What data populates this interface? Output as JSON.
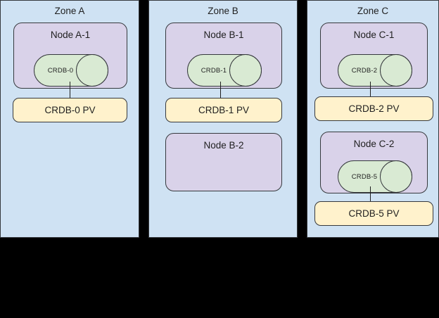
{
  "diagram": {
    "background_color": "#000000",
    "zone_fill": "#cfe2f3",
    "node_fill": "#d9d2e9",
    "pv_fill": "#fff2cc",
    "db_fill": "#d9ead3",
    "stroke": "#36393d"
  },
  "zones": [
    {
      "id": "zone-a",
      "title": "Zone A",
      "nodes": [
        {
          "id": "node-a-1",
          "title": "Node A-1",
          "database": {
            "id": "crdb-0",
            "label": "CRDB-0"
          }
        }
      ],
      "volumes": [
        {
          "id": "crdb-0-pv",
          "label": "CRDB-0 PV"
        }
      ]
    },
    {
      "id": "zone-b",
      "title": "Zone B",
      "nodes": [
        {
          "id": "node-b-1",
          "title": "Node B-1",
          "database": {
            "id": "crdb-1",
            "label": "CRDB-1"
          }
        },
        {
          "id": "node-b-2",
          "title": "Node B-2",
          "database": null
        }
      ],
      "volumes": [
        {
          "id": "crdb-1-pv",
          "label": "CRDB-1 PV"
        }
      ]
    },
    {
      "id": "zone-c",
      "title": "Zone C",
      "nodes": [
        {
          "id": "node-c-1",
          "title": "Node C-1",
          "database": {
            "id": "crdb-2",
            "label": "CRDB-2"
          }
        },
        {
          "id": "node-c-2",
          "title": "Node C-2",
          "database": {
            "id": "crdb-5",
            "label": "CRDB-5"
          }
        }
      ],
      "volumes": [
        {
          "id": "crdb-2-pv",
          "label": "CRDB-2 PV"
        },
        {
          "id": "crdb-5-pv",
          "label": "CRDB-5 PV"
        }
      ]
    }
  ]
}
